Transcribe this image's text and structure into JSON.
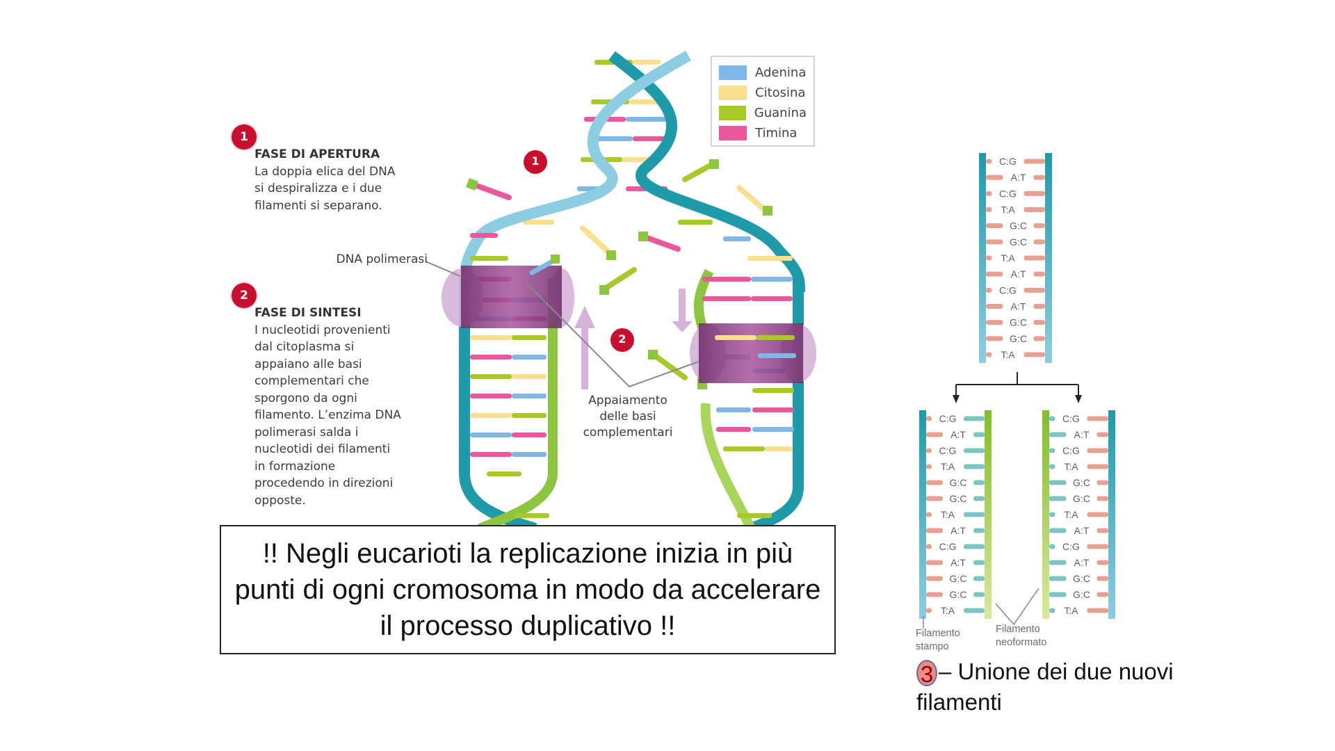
{
  "phase1": {
    "badge": "1",
    "title": "FASE DI APERTURA",
    "lines": [
      "La doppia elica del DNA",
      "si despiralizza e i due",
      "filamenti si separano."
    ]
  },
  "phase2": {
    "badge": "2",
    "title": "FASE DI SINTESI",
    "lines": [
      "I nucleotidi provenienti",
      "dal citoplasma si",
      "appaiano alle basi",
      "complementari che",
      "sporgono da ogni",
      "filamento. L’enzima DNA",
      "polimerasi salda i",
      "nucleotidi dei filamenti",
      "in formazione",
      "procedendo in direzioni",
      "opposte."
    ]
  },
  "diagram": {
    "polymerase_label": "DNA polimerasi",
    "pairing_label": [
      "Appaiamento",
      "delle basi",
      "complementari"
    ],
    "marker1": "1",
    "marker2": "2"
  },
  "legend": {
    "items": [
      {
        "label": "Adenina",
        "color": "#7fb8e6"
      },
      {
        "label": "Citosina",
        "color": "#f9df8e"
      },
      {
        "label": "Guanina",
        "color": "#a8c92a"
      },
      {
        "label": "Timina",
        "color": "#e9589a"
      }
    ]
  },
  "colors": {
    "strand_teal": "#1f9aa8",
    "strand_light_blue": "#8ccde3",
    "strand_green": "#8cc63f",
    "polymerase": "#8e3e86",
    "polymerase_light": "#d5b3d9",
    "badge_red": "#c8102e",
    "ladder_salmon": "#e8a090",
    "ladder_teal_rung": "#7fc4c4",
    "ladder_blue_rail": "#36a9c9",
    "ladder_green_rail": "#8cc63f"
  },
  "note": {
    "text": "!! Negli eucarioti la replicazione inizia in più punti di ogni cromosoma in modo da accelerare il processo duplicativo !!"
  },
  "ladders": {
    "pairs": [
      "C:G",
      "A:T",
      "C:G",
      "T:A",
      "G:C",
      "G:C",
      "T:A",
      "A:T",
      "C:G",
      "A:T",
      "G:C",
      "G:C",
      "T:A"
    ],
    "template_label": [
      "Filamento",
      "stampo"
    ],
    "new_label": [
      "Filamento",
      "neoformato"
    ]
  },
  "caption": {
    "number": "3",
    "line1": "– Unione dei due nuovi",
    "line2": "filamenti"
  }
}
